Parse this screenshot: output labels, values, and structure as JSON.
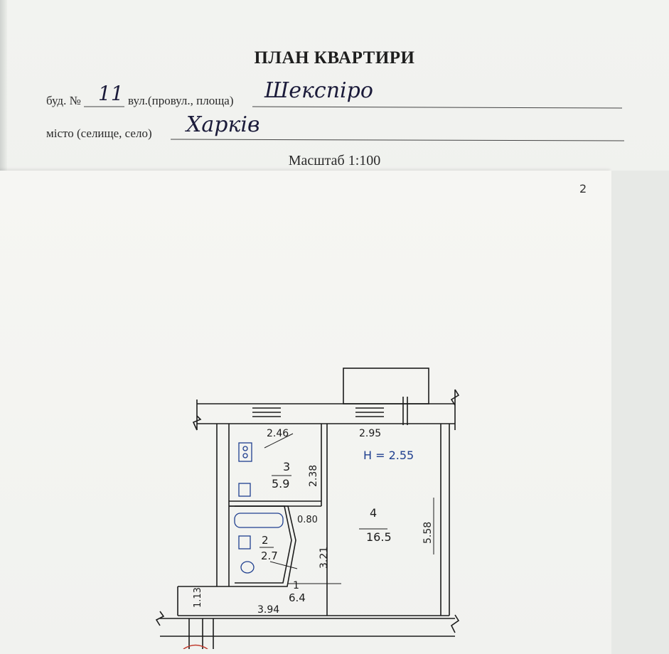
{
  "header": {
    "title": "ПЛАН КВАРТИРИ",
    "building_label": "буд. №",
    "building_value": "11",
    "street_label": "вул.(провул., площа)",
    "street_value": "Шекспіро",
    "city_label": "місто (селище, село)",
    "city_value": "Харків",
    "scale": "Масштаб 1:100"
  },
  "page_number": "2",
  "plan": {
    "ceiling_height": "H = 2.55",
    "rooms": [
      {
        "number": "3",
        "area": "5.9"
      },
      {
        "number": "4",
        "area": "16.5"
      },
      {
        "number": "2",
        "area": "2.7"
      },
      {
        "number": "1",
        "area": "6.4"
      }
    ],
    "dimensions": {
      "room3_width": "2.46",
      "room4_width": "2.95",
      "room3_depth": "2.38",
      "room4_depth": "5.58",
      "bath_width": "0.80",
      "hall_depth": "3.21",
      "hall_width": "3.94",
      "entry_width": "1.13"
    }
  },
  "colors": {
    "paper": "#f4f4f1",
    "ink": "#1c1c1c",
    "blue_ink": "#1f3f8f"
  }
}
